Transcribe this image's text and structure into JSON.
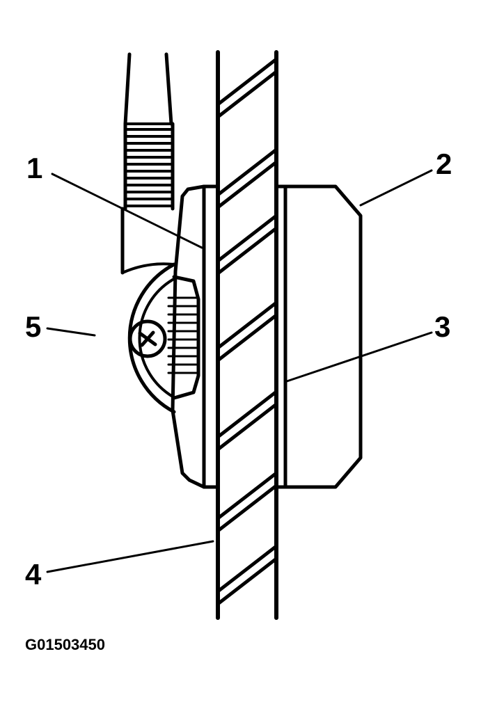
{
  "callouts": {
    "c1": "1",
    "c2": "2",
    "c3": "3",
    "c4": "4",
    "c5": "5"
  },
  "figure_id": "G01503450",
  "colors": {
    "ink": "#000000",
    "background": "#ffffff"
  }
}
